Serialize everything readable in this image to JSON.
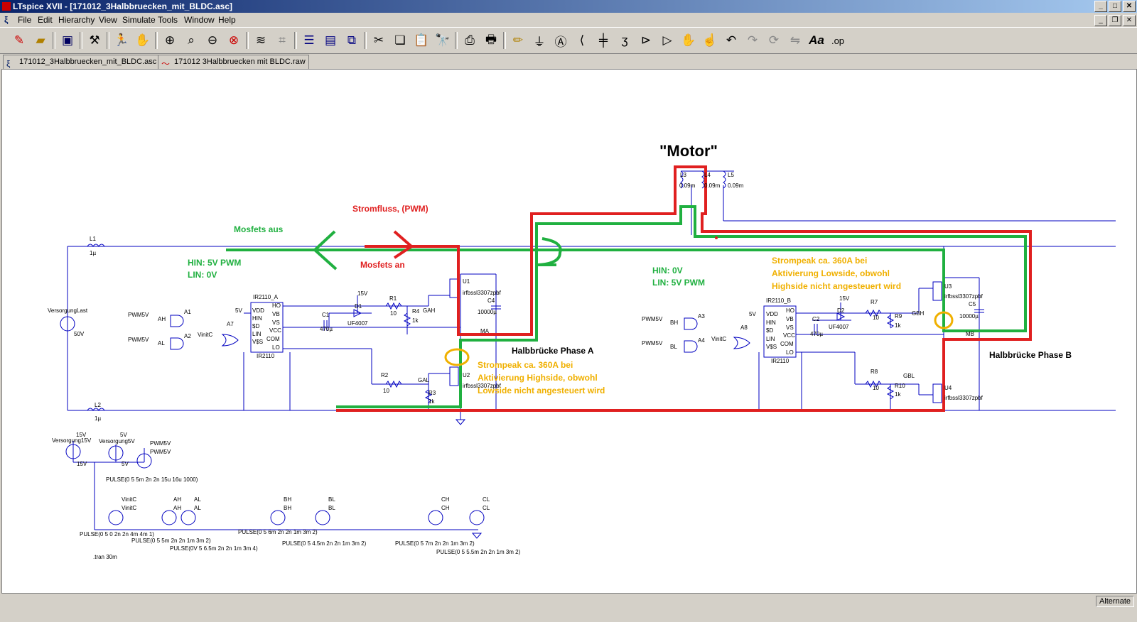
{
  "window": {
    "title": "LTspice XVII - [171012_3Halbbruecken_mit_BLDC.asc]"
  },
  "menu": [
    "File",
    "Edit",
    "Hierarchy",
    "View",
    "Simulate",
    "Tools",
    "Window",
    "Help"
  ],
  "toolbar_icons": [
    "new-schematic",
    "open",
    "save",
    "control-panel",
    "run",
    "halt",
    "zoom-in",
    "pan",
    "zoom-out",
    "zoom-cancel",
    "autorange",
    "fit",
    "tile-horizontal",
    "tile-vertical",
    "cascade",
    "cut",
    "copy",
    "paste",
    "find",
    "print-setup",
    "print",
    "draw-wire",
    "ground",
    "label-net",
    "component",
    "capacitor",
    "inductor",
    "resistor",
    "diode",
    "move",
    "drag",
    "undo",
    "redo",
    "rotate",
    "mirror",
    "text",
    "spice-directive"
  ],
  "tabs": [
    {
      "label": "171012_3Halbbruecken_mit_BLDC.asc"
    },
    {
      "label": "171012  3Halbbruecken  mit  BLDC.raw"
    }
  ],
  "status": {
    "mode": "Alternate"
  },
  "annotations": {
    "motor": "\"Motor\"",
    "stromfluss": "Stromfluss, (PWM)",
    "mosfets_aus": "Mosfets aus",
    "mosfets_an": "Mosfets an",
    "hin_a": "HIN: 5V PWM",
    "lin_a": "LIN: 0V",
    "hin_b": "HIN: 0V",
    "lin_b": "LIN: 5V PWM",
    "peak_b_1": "Strompeak ca. 360A bei",
    "peak_b_2": "Aktivierung Lowside, obwohl",
    "peak_b_3": "Highside nicht angesteuert wird",
    "peak_a_1": "Strompeak ca. 360A bei",
    "peak_a_2": "Aktivierung Highside, obwohl",
    "peak_a_3": "Lowside nicht angesteuert wird",
    "phase_a": "Halbbrücke Phase A",
    "phase_b": "Halbbrücke Phase B"
  },
  "labels": {
    "L1": "L1",
    "L1v": "1µ",
    "L2": "L2",
    "L2v": "1µ",
    "L3": "L3",
    "L3v": "0.09m",
    "L4": "L4",
    "L4v": "0.09m",
    "L5": "L5",
    "L5v": "0.09m",
    "vlast": "VersorgungLast",
    "vlast_v": "50V",
    "ir_a_name": "IR2110_A",
    "ir_a_part": "IR2110",
    "ir_b_name": "IR2110_B",
    "ir_b_part": "IR2110",
    "pin_vdd": "VDD",
    "pin_hin": "HIN",
    "pin_sd": "$D",
    "pin_lin": "LIN",
    "pin_vss": "V$S",
    "pin_ho": "HO",
    "pin_vb": "VB",
    "pin_vs": "VS",
    "pin_vcc": "VCC",
    "pin_com": "COM",
    "pin_lo": "LO",
    "pwm": "PWM5V",
    "ah": "AH",
    "al": "AL",
    "bh": "BH",
    "bl": "BL",
    "ch": "CH",
    "cl": "CL",
    "vinitc": "VinitC",
    "a1": "A1",
    "a2": "A2",
    "a3": "A3",
    "a4": "A4",
    "a7": "A7",
    "a8": "A8",
    "v5": "5V",
    "v15": "15V",
    "c1": "C1",
    "c1v": "470µ",
    "c2": "C2",
    "c2v": "470µ",
    "c4": "C4",
    "c4v": "10000µ",
    "c5": "C5",
    "c5v": "10000µ",
    "d1": "D1",
    "d1p": "UF4007",
    "d2": "D2",
    "d2p": "UF4007",
    "r1": "R1",
    "r1v": "10",
    "r2": "R2",
    "r2v": "10",
    "r3": "R3",
    "r3v": "1k",
    "r4": "R4",
    "r4v": "1k",
    "r7": "R7",
    "r7v": "10",
    "r8": "R8",
    "r8v": "10",
    "r9": "R9",
    "r9v": "1k",
    "r10": "R10",
    "r10v": "1k",
    "u1": "U1",
    "u2": "U2",
    "u3": "U3",
    "u4": "U4",
    "mosfet": "irfbssl3307zpbf",
    "gah": "GAH",
    "gal": "GAL",
    "gbh": "GBH",
    "gbl": "GBL",
    "ma": "MA",
    "mb": "MB",
    "v15src": "Versorgung15V",
    "v5src": "Versorgung5V",
    "pulse_pwm": "PULSE(0 5 5m 2n 2n 15u 16u 1000)",
    "pulse1": "PULSE(0 5 0 2n 2n 4m 4m 1)",
    "pulse2": "PULSE(0 5 5m 2n 2n 1m 3m 2)",
    "pulse3": "PULSE(0V 5 6.5m 2n 2n 1m 3m 4)",
    "pulse4": "PULSE(0 5 6m 2n 2n 1m 3m 2)",
    "pulse5": "PULSE(0 5 4.5m 2n 2n 1m 3m 2)",
    "pulse6": "PULSE(0 5 7m 2n 2n 1m 3m 2)",
    "pulse7": "PULSE(0 5 5.5m 2n 2n 1m 3m 2)",
    "tran": ".tran 30m"
  },
  "colors": {
    "wire": "#0000c0",
    "red": "#e02020",
    "green": "#20b040",
    "orange": "#f0b000",
    "text": "#000000"
  }
}
